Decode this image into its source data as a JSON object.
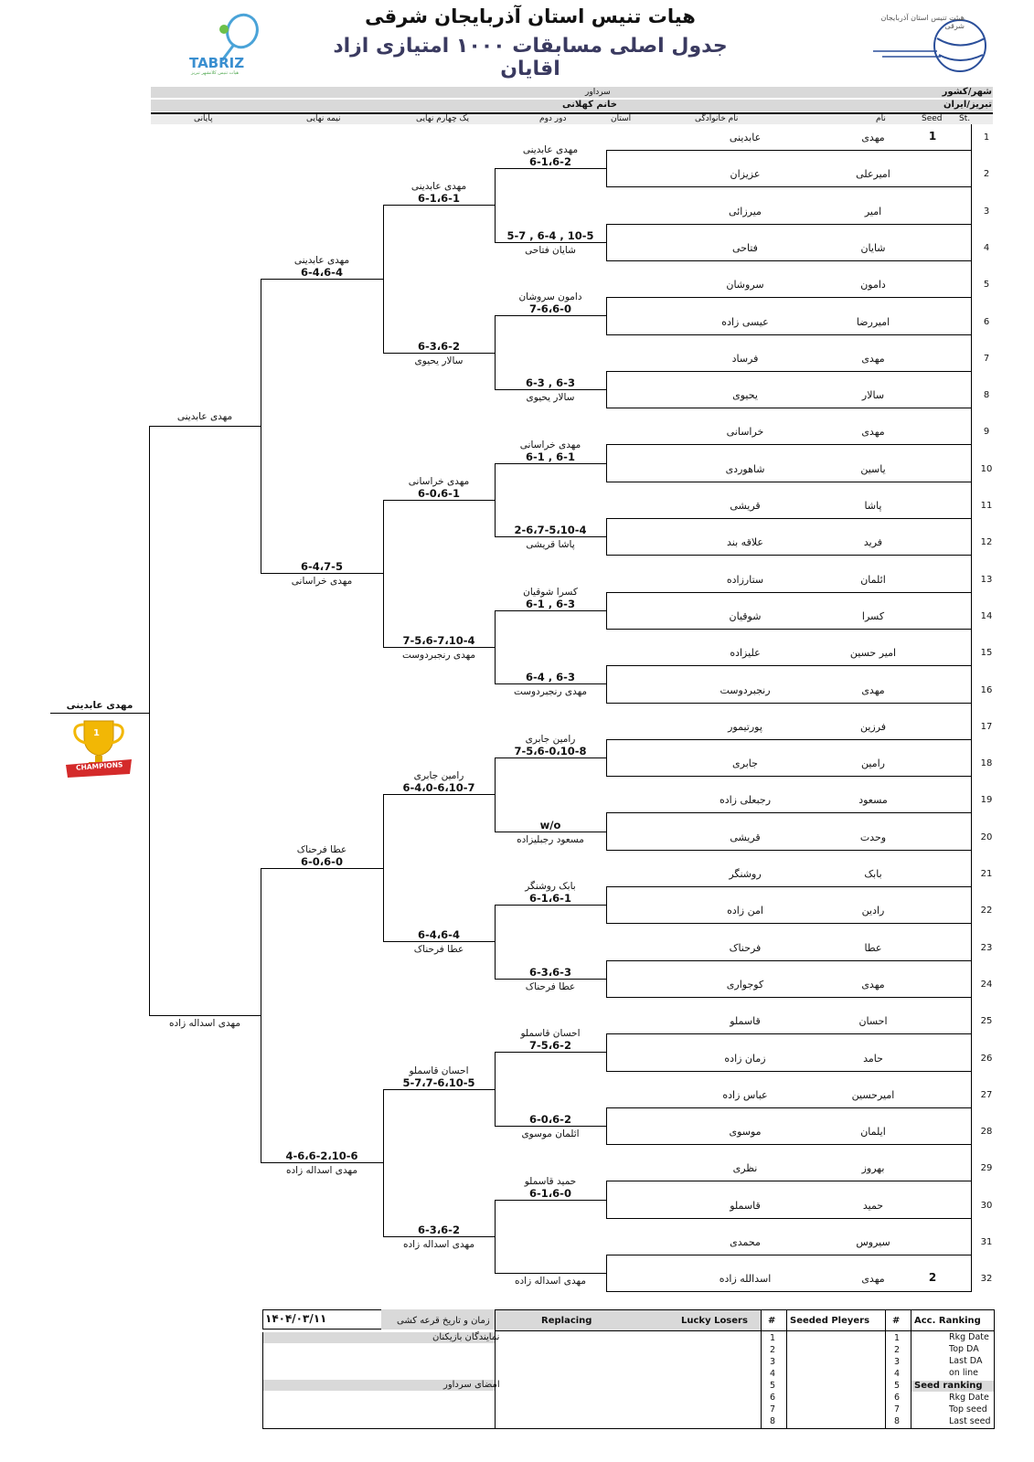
{
  "header": {
    "title": "هیات تنیس استان آذربایجان شرقی",
    "subtitle": "جدول اصلی مسابقات ۱۰۰۰ امتیازی ازاد اقایان",
    "logo_left_text": "TABRIZ",
    "logo_left_caption": "هیات تنیس کلانشهر تبریز",
    "logo_right_caption": "هیئت تنیس استان آذربایجان شرقی"
  },
  "info": {
    "city_label": "شهر/کشور",
    "city_value": "تبریز/ایران",
    "referee_label": "سرداور",
    "referee_value": "خانم کهلانی"
  },
  "columns": {
    "st": "St.",
    "seed": "Seed",
    "first": "نام",
    "last": "نام خانوادگی",
    "province": "استان",
    "r2": "دور دوم",
    "qf": "یک چهارم نهایی",
    "sf": "نیمه نهایی",
    "final": "پایانی"
  },
  "players": [
    {
      "n": "1",
      "seed": "1",
      "first": "مهدی",
      "last": "عابدینی"
    },
    {
      "n": "2",
      "seed": "",
      "first": "امیرعلی",
      "last": "عزیزان"
    },
    {
      "n": "3",
      "seed": "",
      "first": "امیر",
      "last": "میرزائی"
    },
    {
      "n": "4",
      "seed": "",
      "first": "شایان",
      "last": "فتاحی"
    },
    {
      "n": "5",
      "seed": "",
      "first": "دامون",
      "last": "سروشان"
    },
    {
      "n": "6",
      "seed": "",
      "first": "امیررضا",
      "last": "عیسی زاده"
    },
    {
      "n": "7",
      "seed": "",
      "first": "مهدی",
      "last": "فرساد"
    },
    {
      "n": "8",
      "seed": "",
      "first": "سالار",
      "last": "یحیوی"
    },
    {
      "n": "9",
      "seed": "",
      "first": "مهدی",
      "last": "خراسانی"
    },
    {
      "n": "10",
      "seed": "",
      "first": "یاسین",
      "last": "شاهوردی"
    },
    {
      "n": "11",
      "seed": "",
      "first": "پاشا",
      "last": "قریشی"
    },
    {
      "n": "12",
      "seed": "",
      "first": "فرید",
      "last": "علاقه بند"
    },
    {
      "n": "13",
      "seed": "",
      "first": "ائلمان",
      "last": "ستارزاده"
    },
    {
      "n": "14",
      "seed": "",
      "first": "کسرا",
      "last": "شوقیان"
    },
    {
      "n": "15",
      "seed": "",
      "first": "امیر حسین",
      "last": "علیزاده"
    },
    {
      "n": "16",
      "seed": "",
      "first": "مهدی",
      "last": "رنجبردوست"
    },
    {
      "n": "17",
      "seed": "",
      "first": "فرزین",
      "last": "پورتیمور"
    },
    {
      "n": "18",
      "seed": "",
      "first": "رامین",
      "last": "جابری"
    },
    {
      "n": "19",
      "seed": "",
      "first": "مسعود",
      "last": "رجبعلی زاده"
    },
    {
      "n": "20",
      "seed": "",
      "first": "وحدت",
      "last": "قریشی"
    },
    {
      "n": "21",
      "seed": "",
      "first": "بابک",
      "last": "روشنگر"
    },
    {
      "n": "22",
      "seed": "",
      "first": "رادین",
      "last": "امن زاده"
    },
    {
      "n": "23",
      "seed": "",
      "first": "عطا",
      "last": "فرحناک"
    },
    {
      "n": "24",
      "seed": "",
      "first": "مهدی",
      "last": "کوجواری"
    },
    {
      "n": "25",
      "seed": "",
      "first": "احسان",
      "last": "قاسملو"
    },
    {
      "n": "26",
      "seed": "",
      "first": "حامد",
      "last": "زمان زاده"
    },
    {
      "n": "27",
      "seed": "",
      "first": "امیرحسین",
      "last": "عباس زاده"
    },
    {
      "n": "28",
      "seed": "",
      "first": "ایلمان",
      "last": "موسوی"
    },
    {
      "n": "29",
      "seed": "",
      "first": "بهروز",
      "last": "نظری"
    },
    {
      "n": "30",
      "seed": "",
      "first": "حمید",
      "last": "قاسملو"
    },
    {
      "n": "31",
      "seed": "",
      "first": "سیروس",
      "last": "محمدی"
    },
    {
      "n": "32",
      "seed": "2",
      "first": "مهدی",
      "last": "اسدالله زاده"
    }
  ],
  "r2": [
    {
      "winner": "مهدی عابدینی",
      "score": "6-1،6-2"
    },
    {
      "winner": "شایان فتاحی",
      "score": "5-7 , 6-4 , 10-5"
    },
    {
      "winner": "دامون سروشان",
      "score": "7-6،6-0"
    },
    {
      "winner": "سالار یحیوی",
      "score": "6-3 , 6-3"
    },
    {
      "winner": "مهدی خراسانی",
      "score": "6-1 , 6-1"
    },
    {
      "winner": "پاشا قریشی",
      "score": "2-6،7-5،10-4"
    },
    {
      "winner": "کسرا شوقیان",
      "score": "6-1 , 6-3"
    },
    {
      "winner": "مهدی رنجبردوست",
      "score": "6-4 , 6-3"
    },
    {
      "winner": "رامین جابری",
      "score": "7-5،6-0،10-8"
    },
    {
      "winner": "مسعود رجبلیزاده",
      "score": "w/o"
    },
    {
      "winner": "بابک روشنگر",
      "score": "6-1،6-1"
    },
    {
      "winner": "عطا فرحناک",
      "score": "6-3،6-3"
    },
    {
      "winner": "احسان قاسملو",
      "score": "7-5،6-2"
    },
    {
      "winner": "ائلمان موسوی",
      "score": "6-0،6-2"
    },
    {
      "winner": "حمید قاسملو",
      "score": "6-1،6-0"
    },
    {
      "winner": "مهدی اسداله زاده",
      "score": ""
    }
  ],
  "qf": [
    {
      "winner": "مهدی عابدینی",
      "score": "6-1،6-1"
    },
    {
      "winner": "سالار یحیوی",
      "score": "6-3،6-2"
    },
    {
      "winner": "مهدی خراسانی",
      "score": "6-0،6-1"
    },
    {
      "winner": "مهدی رنجبردوست",
      "score": "7-5،6-7،10-4"
    },
    {
      "winner": "رامین جابری",
      "score": "6-4،0-6،10-7"
    },
    {
      "winner": "عطا فرحناک",
      "score": "6-4،6-4"
    },
    {
      "winner": "احسان قاسملو",
      "score": "5-7،7-6،10-5"
    },
    {
      "winner": "مهدی اسداله زاده",
      "score": "6-3،6-2"
    }
  ],
  "sf": [
    {
      "winner": "مهدی عابدینی",
      "score": "6-4،6-4"
    },
    {
      "winner": "مهدی خراسانی",
      "score": "6-4،7-5"
    },
    {
      "winner": "عطا فرحناک",
      "score": "6-0،6-0"
    },
    {
      "winner": "مهدی اسداله زاده",
      "score": "4-6،6-2،10-6"
    }
  ],
  "final4": [
    {
      "winner": "مهدی عابدینی"
    },
    {
      "winner": "مهدی اسداله زاده"
    }
  ],
  "champion": {
    "name": "مهدی عابدینی",
    "badge": "CHAMPIONS",
    "cup_number": "1"
  },
  "footer": {
    "draw_date": "۱۴۰۴/۰۳/۱۱",
    "draw_date_label": "زمان و تاریخ قرعه کشی",
    "players_rep_label": "نمایندگان بازیکنان",
    "referee_sign_label": "امضای سرداور",
    "replacing": "Replacing",
    "lucky_losers": "Lucky Losers",
    "hash": "#",
    "seeded_players": "Seeded Pleyers",
    "acc_ranking": "Acc. Ranking",
    "seed_ranking": "Seed ranking",
    "nums": [
      "1",
      "2",
      "3",
      "4",
      "5",
      "6",
      "7",
      "8"
    ],
    "acc_items": [
      "Rkg Date",
      "Top DA",
      "Last DA",
      "on line"
    ],
    "seed_items": [
      "Rkg Date",
      "Top seed",
      "Last seed"
    ]
  }
}
